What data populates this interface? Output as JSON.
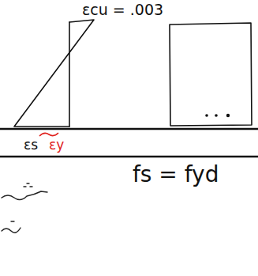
{
  "diagram": {
    "labels": [
      "εcu = .003",
      "εs",
      "εy",
      "fs = fyd"
    ]
  }
}
